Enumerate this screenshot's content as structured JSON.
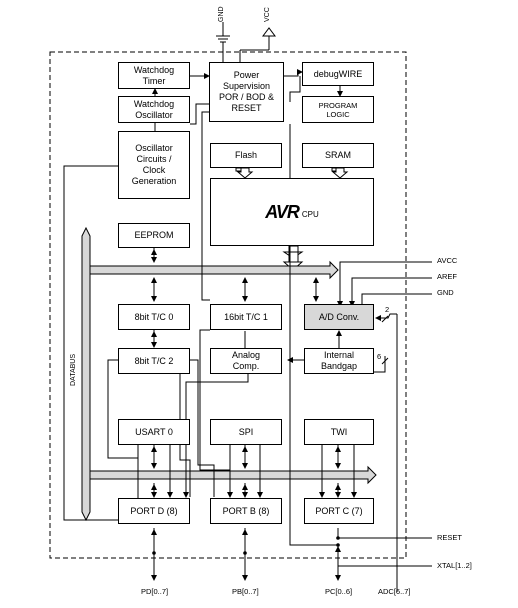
{
  "blocks": {
    "watchdog_timer": "Watchdog\nTimer",
    "watchdog_oscillator": "Watchdog\nOscillator",
    "oscillator_circuits": "Oscillator\nCircuits /\nClock\nGeneration",
    "power_supervision": "Power\nSupervision\nPOR / BOD &\nRESET",
    "debugwire": "debugWIRE",
    "program_logic": "PROGRAM\nLOGIC",
    "flash": "Flash",
    "sram": "SRAM",
    "cpu_logo": "AVR",
    "cpu_label": "CPU",
    "eeprom": "EEPROM",
    "timer0": "8bit T/C 0",
    "timer1": "16bit T/C 1",
    "adc": "A/D Conv.",
    "timer2": "8bit T/C 2",
    "analog_comp": "Analog\nComp.",
    "internal_bandgap": "Internal\nBandgap",
    "usart": "USART 0",
    "spi": "SPI",
    "twi": "TWI",
    "port_d": "PORT D (8)",
    "port_b": "PORT B (8)",
    "port_c": "PORT C (7)"
  },
  "signals": {
    "gnd_top": "GND",
    "vcc_top": "VCC",
    "avcc": "AVCC",
    "aref": "AREF",
    "gnd_right": "GND",
    "reset": "RESET",
    "xtal": "XTAL[1..2]",
    "pd": "PD[0..7]",
    "pb": "PB[0..7]",
    "pc": "PC[0..6]",
    "adc_pins": "ADC[6..7]",
    "databus": "DATABUS",
    "bus_2": "2",
    "bus_6": "6"
  }
}
